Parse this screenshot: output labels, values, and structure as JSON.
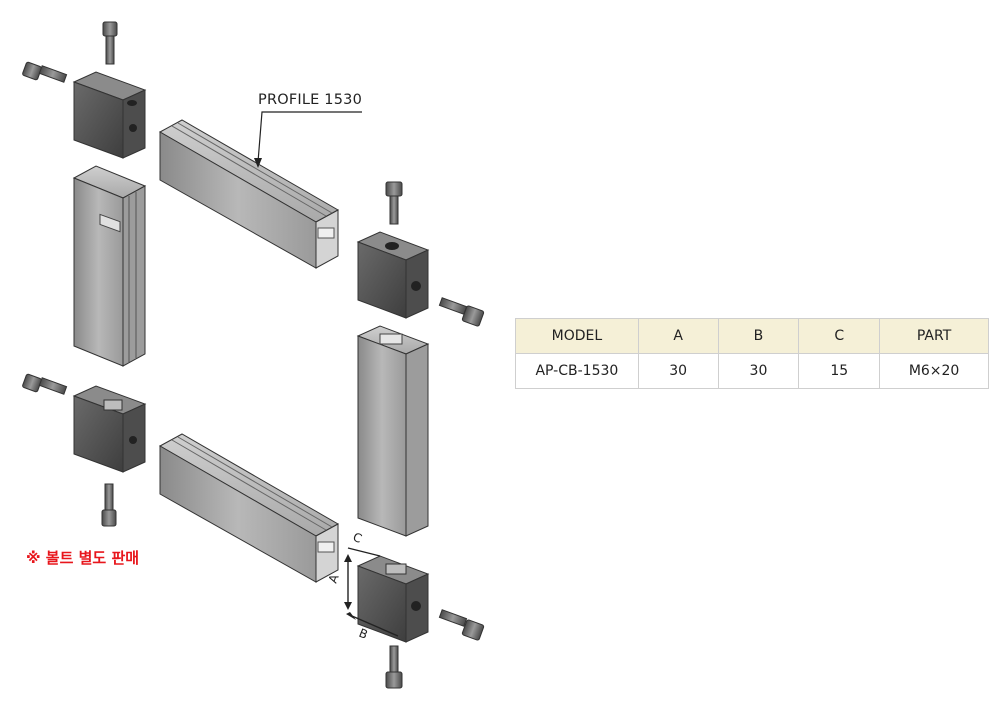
{
  "diagram": {
    "profile_label": "PROFILE 1530",
    "dimension_labels": {
      "a": "A",
      "b": "B",
      "c": "C"
    },
    "note": "※ 볼트 별도 판매",
    "colors": {
      "note": "#e8161c",
      "profile": "#b4b4b4",
      "block": "#5a5a5a",
      "bolt": "#6e6e6e"
    }
  },
  "spec_table": {
    "headers": [
      "MODEL",
      "A",
      "B",
      "C",
      "PART"
    ],
    "rows": [
      [
        "AP-CB-1530",
        "30",
        "30",
        "15",
        "M6×20"
      ]
    ],
    "header_bg": "#f5f0d7"
  }
}
